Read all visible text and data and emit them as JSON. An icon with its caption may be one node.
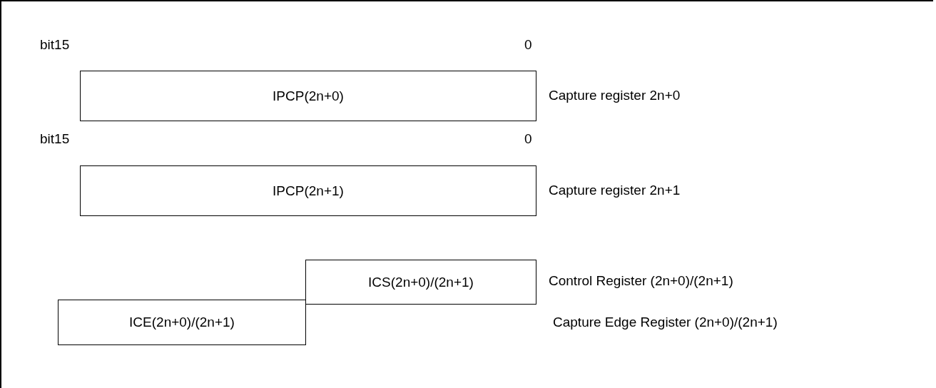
{
  "diagram": {
    "nodes": [
      {
        "text": [
          "IPCP(2n+0)"
        ],
        "beside": [
          "Capture register 2n+0"
        ]
      },
      {
        "text": [
          "IPCP(2n+1)"
        ],
        "beside": [
          "Capture register 2n+1"
        ]
      },
      {
        "text": [
          "ICS(2n+0)/(2n+1)"
        ],
        "beside": [
          "Control Register (2n+0)/(2n+1)"
        ]
      },
      {
        "text": [
          "ICE(2n+0)/(2n+1)"
        ]
      }
    ],
    "edges": [],
    "labels": [
      "bit15",
      "0",
      "bit15",
      "0",
      "Capture Edge Register (2n+0)/(2n+1)"
    ]
  }
}
